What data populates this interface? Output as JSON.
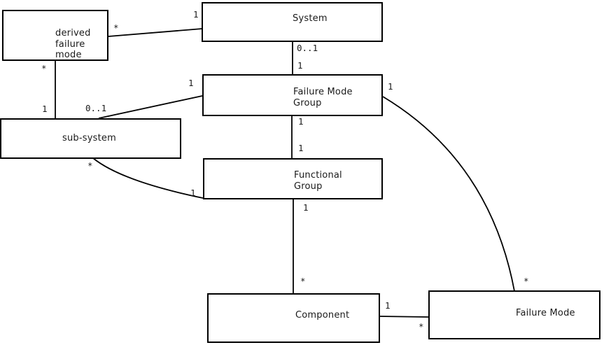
{
  "diagram": {
    "type": "uml-class-diagram",
    "background_color": "#ffffff",
    "line_color": "#000000",
    "nodes": [
      {
        "id": "derived-failure-mode",
        "label": "derived\nfailure\nmode"
      },
      {
        "id": "system",
        "label": "System"
      },
      {
        "id": "failure-mode-group",
        "label": "Failure Mode\nGroup"
      },
      {
        "id": "sub-system",
        "label": "sub-system"
      },
      {
        "id": "functional-group",
        "label": "Functional\nGroup"
      },
      {
        "id": "component",
        "label": "Component"
      },
      {
        "id": "failure-mode",
        "label": "Failure Mode"
      }
    ],
    "edges": [
      {
        "source": "derived failure mode",
        "target": "System",
        "source_card": "*",
        "target_card": "1"
      },
      {
        "source": "System",
        "target": "Failure Mode Group",
        "source_card": "0..1",
        "target_card": "1"
      },
      {
        "source": "derived failure mode",
        "target": "sub-system",
        "source_card": "*",
        "target_card": "1"
      },
      {
        "source": "Failure Mode Group",
        "target": "sub-system",
        "source_card": "1",
        "target_card": "0..1"
      },
      {
        "source": "Failure Mode Group",
        "target": "Functional Group",
        "source_card": "1",
        "target_card": "1"
      },
      {
        "source": "Functional Group",
        "target": "Component",
        "source_card": "1",
        "target_card": "*"
      },
      {
        "source": "sub-system",
        "target": "Functional Group",
        "source_card": "*",
        "target_card": "1"
      },
      {
        "source": "Failure Mode Group",
        "target": "Failure Mode",
        "source_card": "1",
        "target_card": "*"
      },
      {
        "source": "Component",
        "target": "Failure Mode",
        "source_card": "1",
        "target_card": "*"
      }
    ]
  }
}
